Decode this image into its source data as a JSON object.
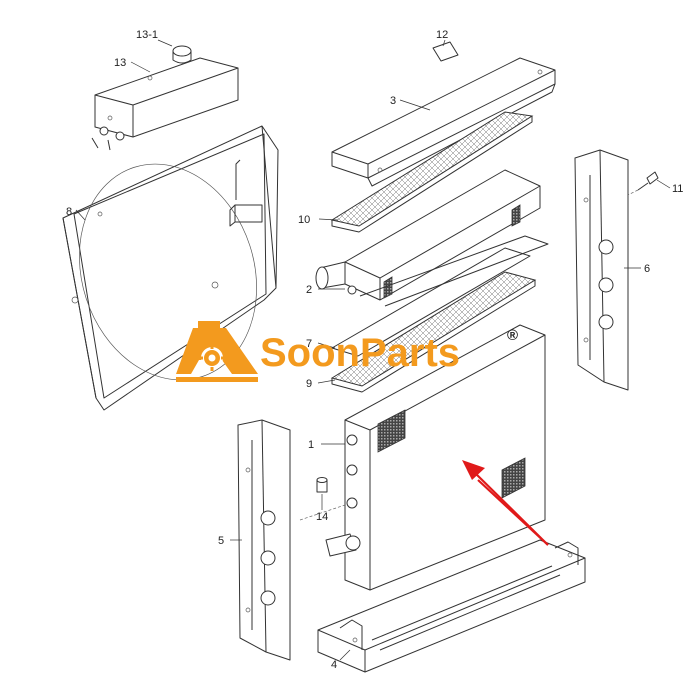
{
  "diagram": {
    "callouts": [
      {
        "id": "c13-1",
        "text": "13-1"
      },
      {
        "id": "c13",
        "text": "13"
      },
      {
        "id": "c12",
        "text": "12"
      },
      {
        "id": "c3",
        "text": "3"
      },
      {
        "id": "c8",
        "text": "8"
      },
      {
        "id": "c11",
        "text": "11"
      },
      {
        "id": "c10",
        "text": "10"
      },
      {
        "id": "c6",
        "text": "6"
      },
      {
        "id": "c2",
        "text": "2"
      },
      {
        "id": "c7",
        "text": "7"
      },
      {
        "id": "c9",
        "text": "9"
      },
      {
        "id": "c1",
        "text": "1"
      },
      {
        "id": "c14",
        "text": "14"
      },
      {
        "id": "c5",
        "text": "5"
      },
      {
        "id": "c4",
        "text": "4"
      }
    ]
  },
  "watermark": {
    "brand": "SoonParts",
    "registered": "®",
    "color": "#f39a1e"
  }
}
